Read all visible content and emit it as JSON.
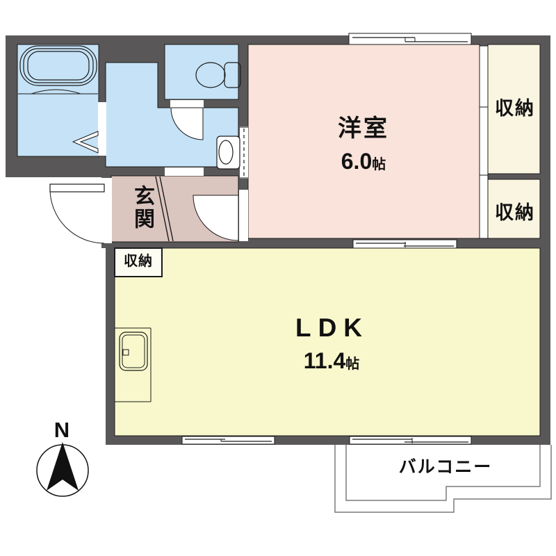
{
  "rooms": {
    "western": {
      "name": "洋室",
      "area": "6.0",
      "area_unit": "帖"
    },
    "ldk": {
      "name": "LDK",
      "area": "11.4",
      "area_unit": "帖"
    },
    "entrance": {
      "name": "玄関"
    },
    "closet_right_top": {
      "name": "収納"
    },
    "closet_right_bottom": {
      "name": "収納"
    },
    "closet_entrance": {
      "name": "収納"
    },
    "balcony": {
      "name": "バルコニー"
    }
  },
  "compass": {
    "north_label": "N"
  },
  "colors": {
    "wall": "#595757",
    "wet_room": "#c5e2f6",
    "western_room": "#f9e3da",
    "entrance": "#dbc5bf",
    "ldk": "#f8f8cc",
    "closet": "#f9f5e1",
    "closet_entrance": "#fdfcf2",
    "outline": "#1a1a1a",
    "balcony_line": "#7a7a7a"
  },
  "fixtures": [
    "bathtub",
    "toilet",
    "washbasin",
    "kitchen-sink",
    "folding-door",
    "swing-door",
    "sliding-window",
    "compass-north-arrow"
  ]
}
